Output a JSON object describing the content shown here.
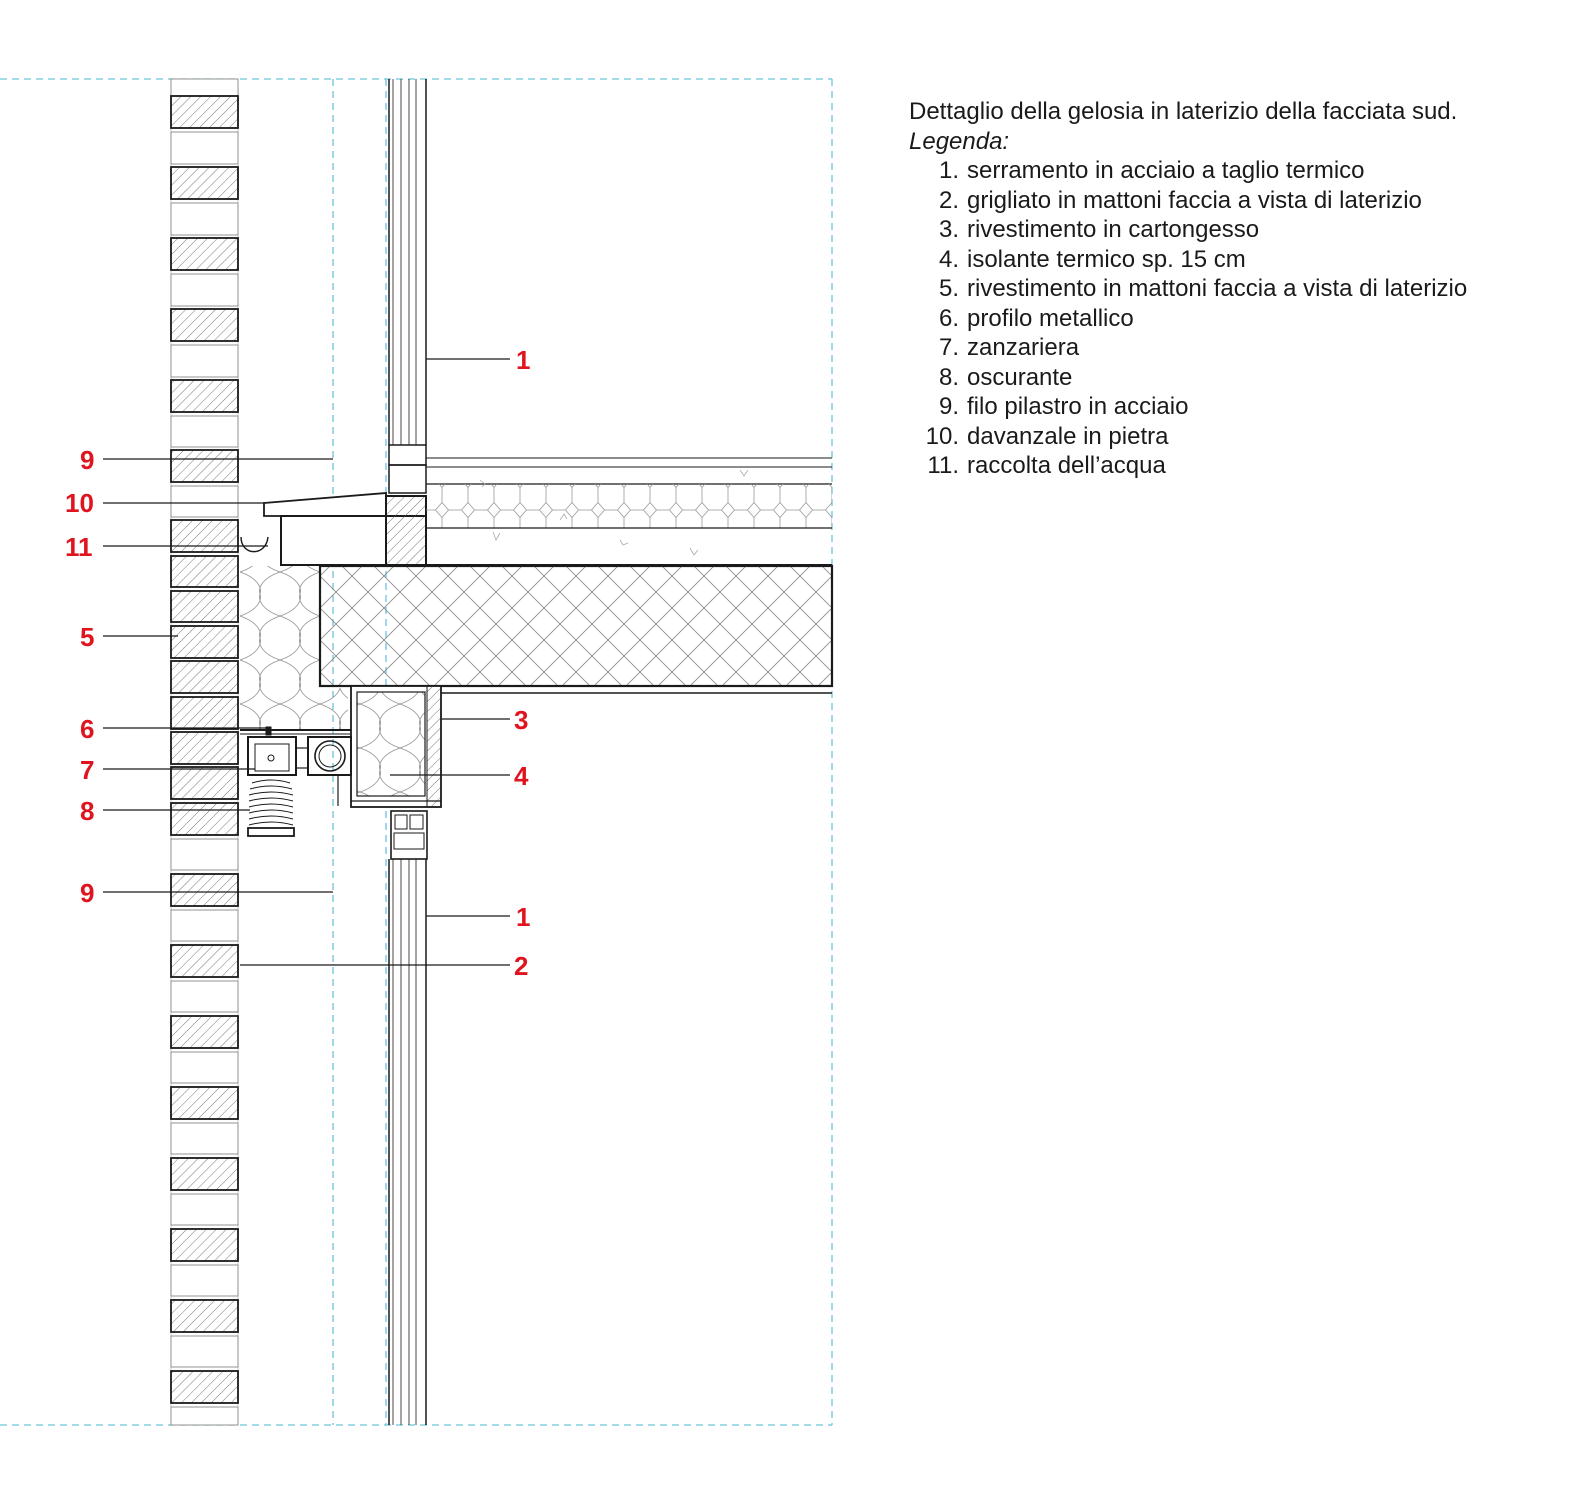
{
  "legend": {
    "title": "Dettaglio della gelosia in laterizio della facciata sud.",
    "heading": "Legenda:",
    "items": [
      {
        "num": "1.",
        "text": "serramento in acciaio a taglio termico"
      },
      {
        "num": "2.",
        "text": "grigliato in mattoni faccia a vista di laterizio"
      },
      {
        "num": "3.",
        "text": "rivestimento in cartongesso"
      },
      {
        "num": "4.",
        "text": "isolante termico sp. 15 cm"
      },
      {
        "num": "5.",
        "text": "rivestimento in mattoni faccia a vista di laterizio"
      },
      {
        "num": "6.",
        "text": "profilo metallico"
      },
      {
        "num": "7.",
        "text": "zanzariera"
      },
      {
        "num": "8.",
        "text": "oscurante"
      },
      {
        "num": "9.",
        "text": "filo pilastro in acciaio"
      },
      {
        "num": "10.",
        "text": "davanzale in pietra"
      },
      {
        "num": "11.",
        "text": "raccolta dell’acqua"
      }
    ]
  },
  "callouts": {
    "c1_top": "1",
    "c9_top": "9",
    "c10": "10",
    "c11": "11",
    "c5": "5",
    "c6": "6",
    "c7": "7",
    "c8": "8",
    "c9_bottom": "9",
    "c3": "3",
    "c4": "4",
    "c1_bottom": "1",
    "c2": "2"
  },
  "colors": {
    "callout": "#e0141e",
    "line": "#1a1a1a",
    "guide": "#6cc4dc"
  }
}
